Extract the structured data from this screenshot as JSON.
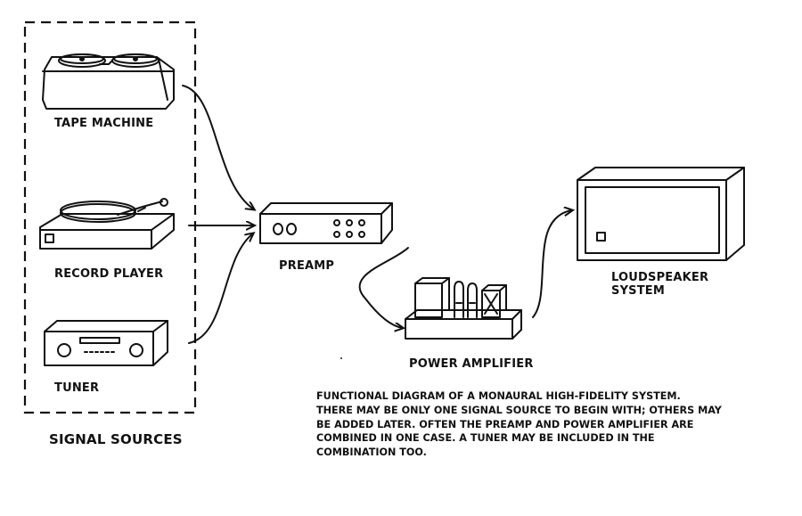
{
  "labels": {
    "tape_machine": "TAPE MACHINE",
    "record_player": "RECORD PLAYER",
    "tuner": "TUNER",
    "signal_sources": "SIGNAL SOURCES",
    "preamp": "PREAMP",
    "power_amplifier": "POWER AMPLIFIER",
    "loudspeaker_line1": "LOUDSPEAKER",
    "loudspeaker_line2": "SYSTEM"
  },
  "caption": [
    "FUNCTIONAL DIAGRAM OF A MONAURAL HIGH-FIDELITY SYSTEM.",
    "THERE MAY BE ONLY ONE SIGNAL SOURCE TO BEGIN WITH; OTHERS MAY",
    "BE ADDED LATER. OFTEN THE PREAMP AND POWER AMPLIFIER ARE",
    "COMBINED IN ONE CASE. A TUNER MAY BE INCLUDED IN THE",
    "COMBINATION TOO."
  ],
  "colors": {
    "ink": "#111111",
    "paper": "#ffffff"
  }
}
